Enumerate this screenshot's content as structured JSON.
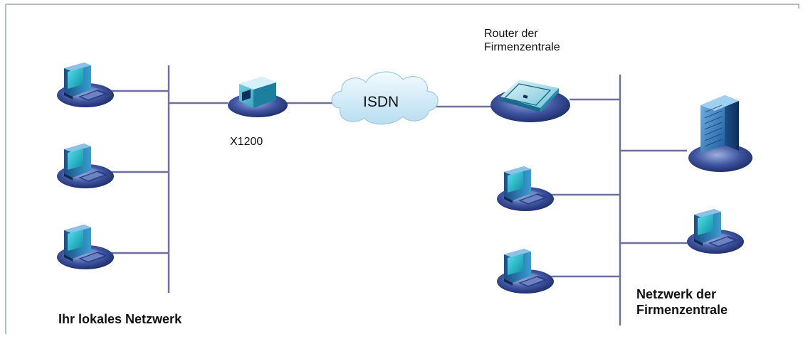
{
  "labels": {
    "router_hq_line1": "Router der",
    "router_hq_line2": "Firmenzentrale",
    "cloud": "ISDN",
    "device": "X1200",
    "local_network": "Ihr lokales Netzwerk",
    "hq_network_line1": "Netzwerk der",
    "hq_network_line2": "Firmenzentrale"
  },
  "colors": {
    "frame": "#9aa3b5",
    "link": "#6f6f9f",
    "base_dark": "#1f2f70",
    "base_light": "#7a8fc8",
    "screen": "#15b3c4",
    "monitor_body": "#2b7fb0",
    "cloud": "#cfeaf6",
    "device_body": "#3fa8c4"
  },
  "icons": {
    "workstation": "desktop-computer-icon",
    "router": "router-icon",
    "server": "server-tower-icon",
    "cloud": "isdn-cloud-icon"
  }
}
